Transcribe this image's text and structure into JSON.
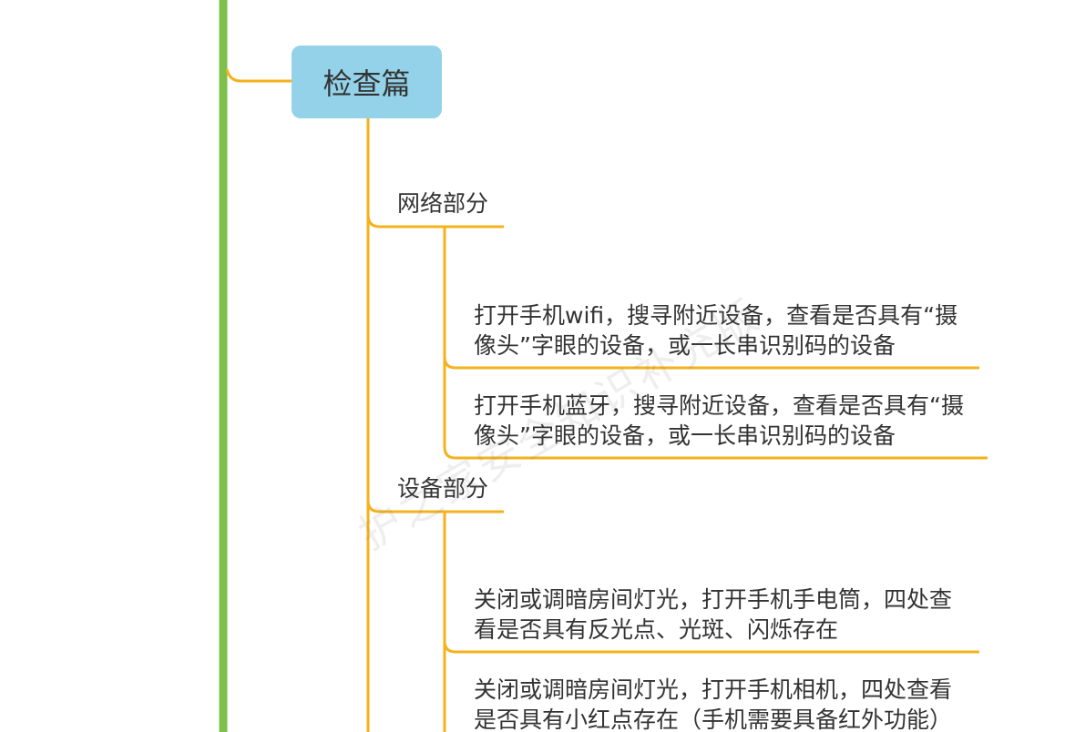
{
  "colors": {
    "trunk": "#7cc14c",
    "branch": "#f4b21b",
    "root_fill": "#93d2e9",
    "text": "#333333"
  },
  "root": {
    "label": "检查篇"
  },
  "sections": [
    {
      "label": "网络部分",
      "items": [
        {
          "lines": [
            "打开手机wifi，搜寻附近设备，查看是否具有“摄",
            "像头”字眼的设备，或一长串识别码的设备"
          ]
        },
        {
          "lines": [
            "打开手机蓝牙，搜寻附近设备，查看是否具有“摄",
            "像头”字眼的设备，或一长串识别码的设备"
          ]
        }
      ]
    },
    {
      "label": "设备部分",
      "items": [
        {
          "lines": [
            "关闭或调暗房间灯光，打开手机手电筒，四处查",
            "看是否具有反光点、光斑、闪烁存在"
          ]
        },
        {
          "lines": [
            "关闭或调暗房间灯光，打开手机相机，四处查看",
            "是否具有小红点存在（手机需要具备红外功能）"
          ]
        }
      ]
    }
  ],
  "watermark": {
    "text": "护之家安全知识补充版"
  }
}
